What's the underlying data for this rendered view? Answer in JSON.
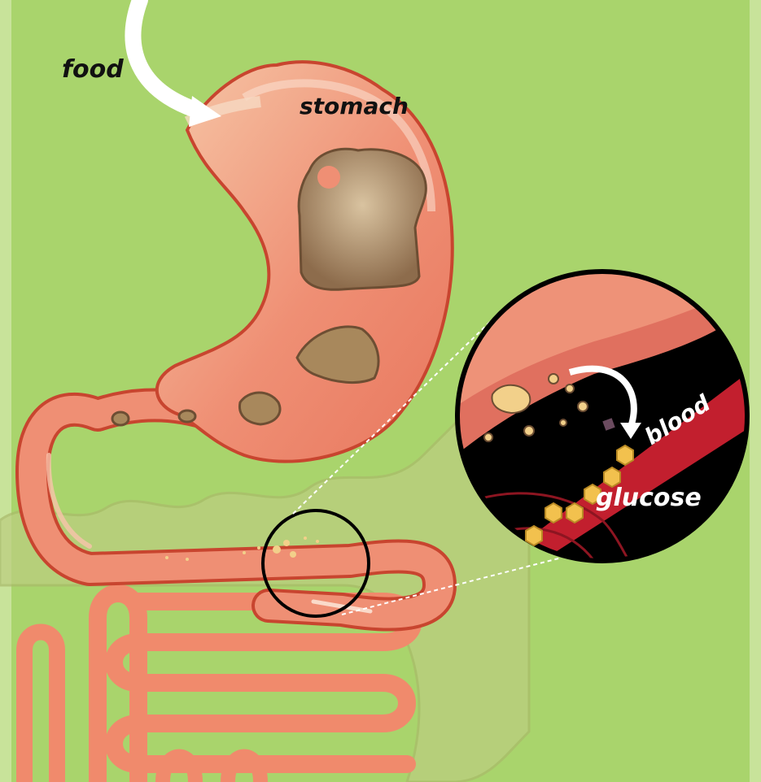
{
  "labels": {
    "food": "food",
    "stomach": "stomach",
    "blood": "blood",
    "glucose": "glucose"
  },
  "colors": {
    "background": "#a9d46c",
    "background_border": "#c8e39a",
    "stomach_fill": "#ef8f74",
    "stomach_outline": "#c8452f",
    "intestine_fill": "#ef8f74",
    "intestine_outline": "#c8452f",
    "colon_fill": "#bccd80",
    "bread": "#9e8060",
    "blood_vessel": "#c21f2e",
    "glucose_hex": "#f2c14e",
    "zoom_background": "#000000",
    "label_dark": "#111111",
    "label_light": "#ffffff"
  },
  "icons": {
    "food_arrow": "curved-arrow-down-icon",
    "absorb_arrow": "curved-arrow-icon",
    "magnifier": "zoom-circle-icon"
  }
}
